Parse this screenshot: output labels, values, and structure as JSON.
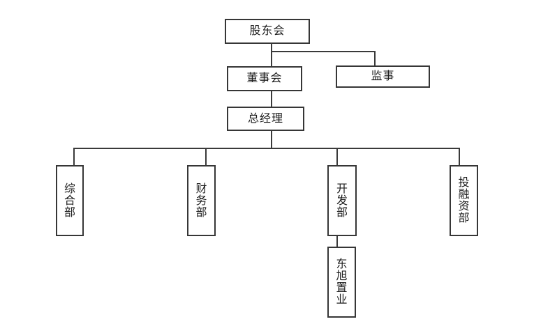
{
  "diagram": {
    "type": "org-chart",
    "title": "",
    "nodes": {
      "shareholders": {
        "label": "股东会",
        "level": 1,
        "text_direction": "horizontal"
      },
      "board": {
        "label": "董事会",
        "level": 2,
        "text_direction": "horizontal"
      },
      "supervisor": {
        "label": "监事",
        "level": 2,
        "text_direction": "horizontal"
      },
      "general_manager": {
        "label": "总经理",
        "level": 3,
        "text_direction": "horizontal"
      },
      "general_dept": {
        "label": "综合部",
        "level": 4,
        "text_direction": "vertical"
      },
      "finance_dept": {
        "label": "财务部",
        "level": 4,
        "text_direction": "vertical"
      },
      "development_dept": {
        "label": "开发部",
        "level": 4,
        "text_direction": "vertical"
      },
      "investment_financing_dept": {
        "label": "投融资部",
        "level": 4,
        "text_direction": "vertical"
      },
      "dongxu_real_estate": {
        "label": "东旭置业",
        "level": 5,
        "text_direction": "vertical"
      }
    },
    "edges": [
      {
        "from": "shareholders",
        "to": "board"
      },
      {
        "from": "shareholders",
        "to": "supervisor"
      },
      {
        "from": "board",
        "to": "general_manager"
      },
      {
        "from": "general_manager",
        "to": "general_dept"
      },
      {
        "from": "general_manager",
        "to": "finance_dept"
      },
      {
        "from": "general_manager",
        "to": "development_dept"
      },
      {
        "from": "general_manager",
        "to": "investment_financing_dept"
      },
      {
        "from": "development_dept",
        "to": "dongxu_real_estate"
      }
    ],
    "colors": {
      "background": "#ffffff",
      "box_border": "#363636",
      "line": "#3a3a3a",
      "text": "#1c1c1c"
    }
  }
}
